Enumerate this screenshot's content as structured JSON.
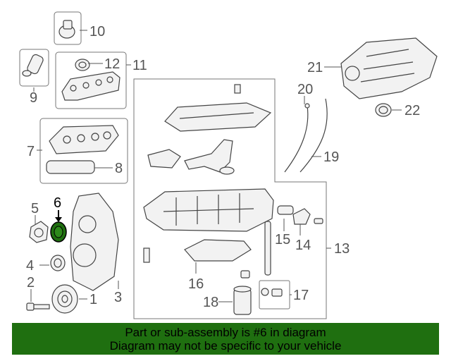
{
  "callouts": [
    "1",
    "2",
    "3",
    "4",
    "5",
    "6",
    "7",
    "8",
    "9",
    "10",
    "11",
    "12",
    "13",
    "14",
    "15",
    "16",
    "17",
    "18",
    "19",
    "20",
    "21",
    "22"
  ],
  "highlight": {
    "callout": "6",
    "color": "#1f6f10"
  },
  "banner": {
    "line1": "Part or sub-assembly is #6 in diagram",
    "line2": "Diagram may not be specific to your vehicle",
    "color": "#1f6f10"
  }
}
